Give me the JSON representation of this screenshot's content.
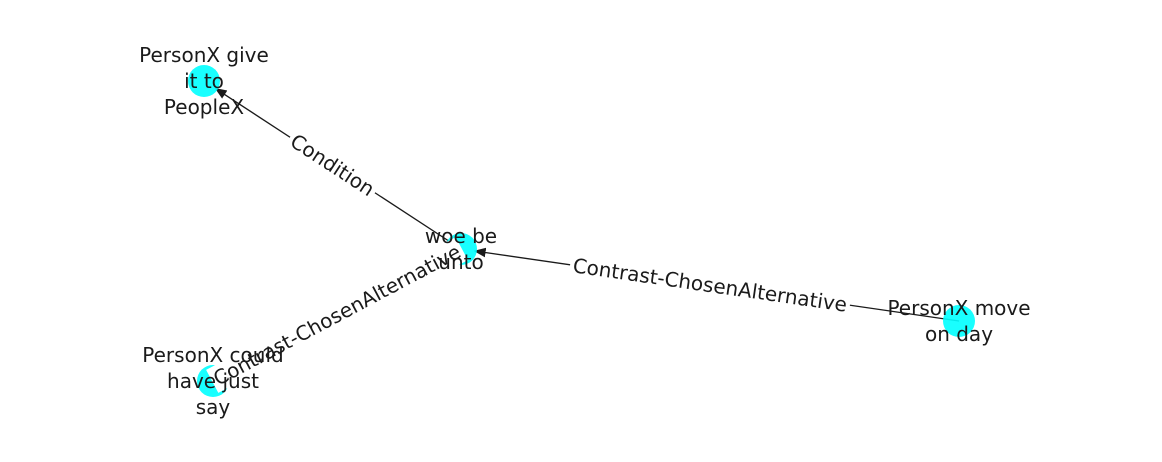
{
  "diagram": {
    "type": "directed-graph",
    "node_color": "#00ffff",
    "edge_color": "#1a1a1a",
    "nodes": [
      {
        "id": "n_give",
        "label_lines": [
          "PersonX give",
          "it to",
          "PeopleX"
        ]
      },
      {
        "id": "n_woe",
        "label_lines": [
          "woe be",
          "unto"
        ]
      },
      {
        "id": "n_could",
        "label_lines": [
          "PersonX could",
          "have just",
          "say"
        ]
      },
      {
        "id": "n_move",
        "label_lines": [
          "PersonX move",
          "on day"
        ]
      }
    ],
    "edges": [
      {
        "id": "e_cond",
        "source": "n_woe",
        "target": "n_give",
        "label": "Condition"
      },
      {
        "id": "e_contr1",
        "source": "n_could",
        "target": "n_woe",
        "label": "Contrast-ChosenAlternative"
      },
      {
        "id": "e_contr2",
        "source": "n_move",
        "target": "n_woe",
        "label": "Contrast-ChosenAlternative"
      }
    ]
  }
}
